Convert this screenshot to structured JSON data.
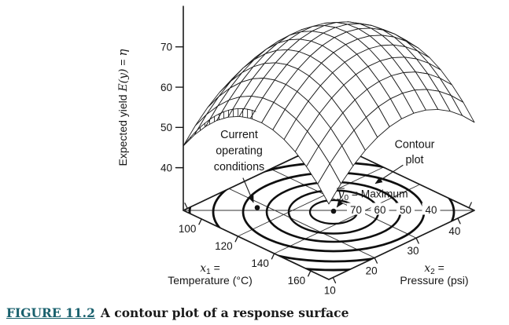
{
  "page": {
    "background": "#ffffff",
    "line_color": "#1a1a1a",
    "caption_link_color": "#19606d"
  },
  "figure": {
    "caption": {
      "label": "FIGURE 11.2",
      "text": "A contour plot of a response surface"
    },
    "y_axis": {
      "title_prefix": "Expected yield ",
      "title_math": "E(y)",
      "title_equals": " = ",
      "title_eta": "η",
      "ticks": [
        "40",
        "50",
        "60",
        "70"
      ]
    },
    "x1_axis": {
      "var": "x",
      "sub": "1",
      "eq": " =",
      "name": "Temperature (°C)",
      "ticks": [
        "100",
        "120",
        "140",
        "160"
      ]
    },
    "x2_axis": {
      "var": "x",
      "sub": "2",
      "eq": " =",
      "name": "Pressure (psi)",
      "ticks": [
        "10",
        "20",
        "30",
        "40"
      ]
    },
    "contour_labels": [
      "70",
      "60",
      "50",
      "40"
    ],
    "annotations": {
      "current_operating": {
        "lines": [
          "Current",
          "operating",
          "conditions"
        ]
      },
      "contour_plot": {
        "lines": [
          "Contour",
          "plot"
        ]
      },
      "maximum": {
        "y_symbol": "y",
        "sub": "0",
        "rest": " = Maximum"
      }
    }
  },
  "chart_data": {
    "type": "3d-surface+contour",
    "title": "",
    "x1": {
      "label": "x1 = Temperature (°C)",
      "range": [
        90,
        170
      ],
      "ticks": [
        100,
        120,
        140,
        160
      ]
    },
    "x2": {
      "label": "x2 = Pressure (psi)",
      "range": [
        9,
        44
      ],
      "ticks": [
        10,
        20,
        30,
        40
      ]
    },
    "z": {
      "label": "Expected yield E(y) = eta",
      "ticks": [
        40,
        50,
        60,
        70
      ],
      "range": [
        29,
        80
      ]
    },
    "surface_model": {
      "eta_max": 73,
      "t_max": 132,
      "p_max": 26.5,
      "curv_t": 0.0085,
      "curv_p": 0.036,
      "lin_p": 0.09
    },
    "contour_levels": {
      "labeled": [
        70,
        60,
        50,
        40
      ],
      "unlabeled_outer": [
        30,
        20
      ]
    },
    "gridlines": {
      "temperature": [
        120,
        140
      ],
      "pressure": [
        20,
        30
      ]
    },
    "points": [
      {
        "name": "Current operating conditions",
        "temperature": 109,
        "pressure": 18
      },
      {
        "name": "y0 = Maximum",
        "temperature": 132,
        "pressure": 27,
        "expected_yield": 73
      }
    ],
    "legend": "none",
    "grid": "mesh 13x12 cells on surface"
  }
}
